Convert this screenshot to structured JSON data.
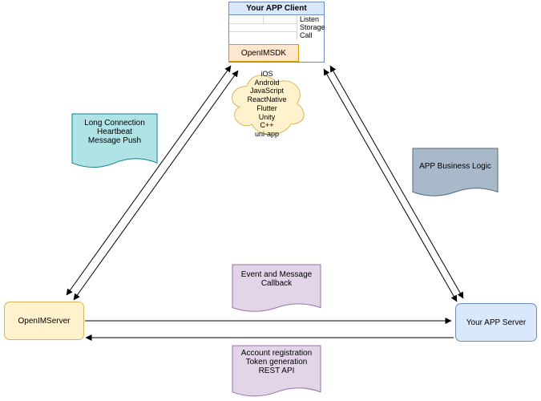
{
  "palette": {
    "client_header_fill": "#dae8fc",
    "client_border": "#6c8ebf",
    "sdk_fill": "#ffe6cc",
    "sdk_border": "#d79b00",
    "cloud_fill": "#fff2cc",
    "cloud_border": "#d6b656",
    "openim_server_fill": "#fff2cc",
    "openim_server_border": "#d6b656",
    "app_server_fill": "#dae8fc",
    "app_server_border": "#6c8ebf",
    "teal_callout_fill": "#b0e3e6",
    "gray_callout_fill": "#a8bac9",
    "purple_callout_fill": "#e1d5e7",
    "edge_color": "#000000"
  },
  "client": {
    "title": "Your APP Client",
    "ports": [
      "Listen",
      "Storage",
      "Call"
    ],
    "sdk_label": "OpenIMSDK"
  },
  "cloud_platforms": [
    "iOS",
    "Android",
    "JavaScript",
    "ReactNative",
    "Flutter",
    "Unity",
    "C++",
    "uni-app"
  ],
  "callouts": {
    "long_connection": [
      "Long Connection",
      "Heartbeat",
      "Message Push"
    ],
    "app_business_logic": [
      "APP Business Logic"
    ],
    "event_callback": [
      "Event and Message",
      "Callback"
    ],
    "account_registration": [
      "Account registration",
      "Token generation",
      "REST API"
    ]
  },
  "nodes": {
    "openim_server": "OpenIMServer",
    "app_server": "Your APP Server"
  }
}
